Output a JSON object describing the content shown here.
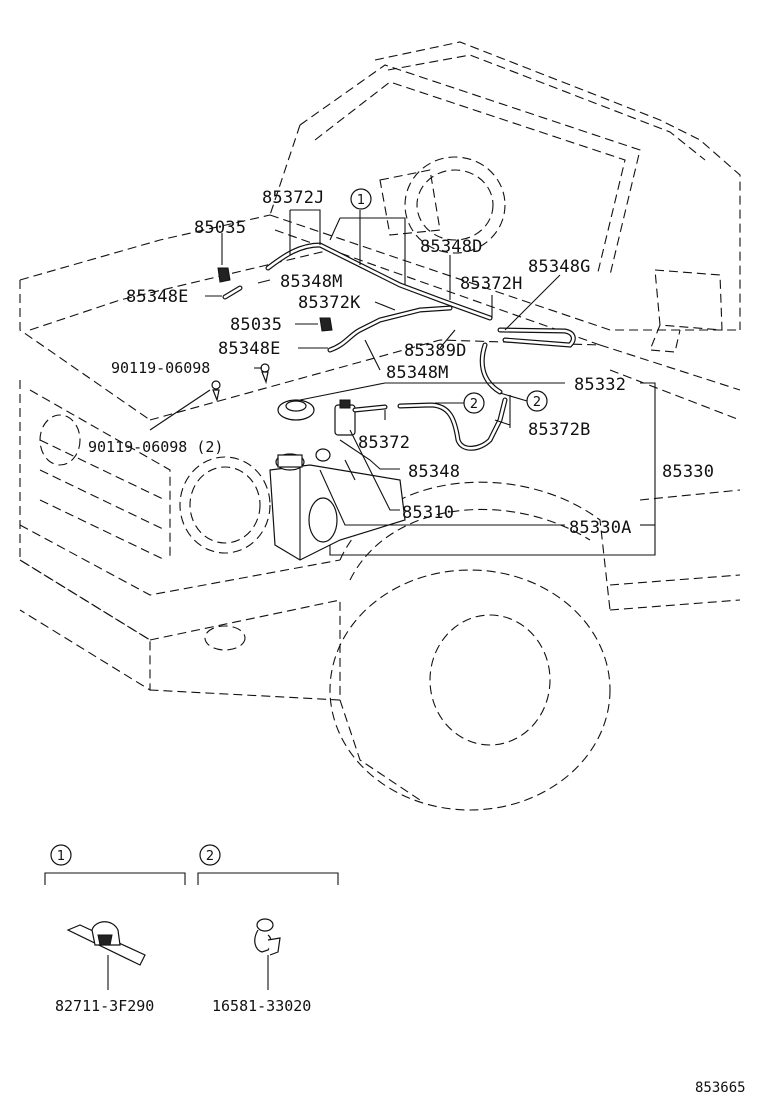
{
  "callouts": {
    "c1": "1",
    "c2": "2"
  },
  "labels": {
    "p85372J": "85372J",
    "p85035a": "85035",
    "p85348D": "85348D",
    "p85348G": "85348G",
    "p85348Ma": "85348M",
    "p85372H": "85372H",
    "p85348Ea": "85348E",
    "p85372K": "85372K",
    "p85035b": "85035",
    "p85348Eb": "85348E",
    "p85389D": "85389D",
    "p90119a": "90119-06098",
    "p85348Mb": "85348M",
    "p85332": "85332",
    "p85372": "85372",
    "p85372B": "85372B",
    "p90119b": "90119-06098 (2)",
    "p85348": "85348",
    "p85330": "85330",
    "p85310": "85310",
    "p85330A": "85330A"
  },
  "legend": {
    "item1_number": "1",
    "item1_part": "82711-3F290",
    "item2_number": "2",
    "item2_part": "16581-33020"
  },
  "figure_code": "853665"
}
